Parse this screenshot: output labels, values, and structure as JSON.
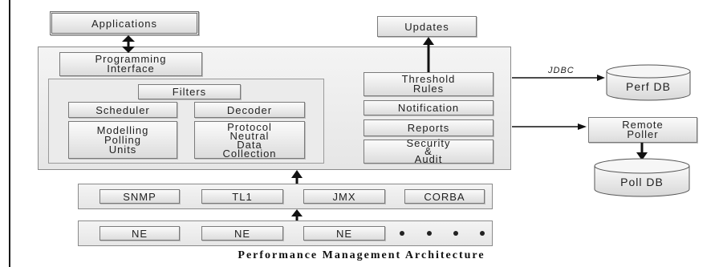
{
  "top": {
    "applications": "Applications",
    "updates": "Updates"
  },
  "core": {
    "programming_interface": "Programming\nInterface",
    "filters": "Filters",
    "scheduler": "Scheduler",
    "decoder": "Decoder",
    "modelling": "Modelling\nPolling\nUnits",
    "protocol": "Protocol\nNeutral\nData\nCollection",
    "threshold": "Threshold\nRules",
    "notification": "Notification",
    "reports": "Reports",
    "security": "Security\n&\nAudit"
  },
  "protocols": [
    "SNMP",
    "TL1",
    "JMX",
    "CORBA"
  ],
  "network_elements": [
    "NE",
    "NE",
    "NE"
  ],
  "external": {
    "jdbc": "JDBC",
    "perf_db": "Perf DB",
    "remote_poller": "Remote\nPoller",
    "poll_db": "Poll DB"
  },
  "caption": "Performance Management Architecture"
}
